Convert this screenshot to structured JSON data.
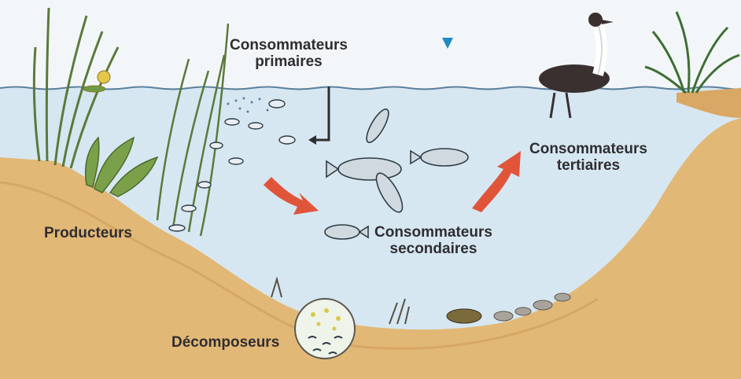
{
  "labels": {
    "primary": {
      "line1": "Consommateurs",
      "line2": "primaires"
    },
    "secondary": {
      "line1": "Consommateurs",
      "line2": "secondaires"
    },
    "tertiary": {
      "line1": "Consommateurs",
      "line2": "tertiaires"
    },
    "producers": "Producteurs",
    "decomposers": "Décomposeurs"
  },
  "colors": {
    "sky": "#f3f6f9",
    "water": "#d6e7f2",
    "water_line": "#5b7f9c",
    "soil": "#e2b877",
    "soil_dark": "#c9974f",
    "arrow": "#e0553a",
    "plant": "#5a7a3a",
    "text": "#2f2d30",
    "marker": "#1e8bc3"
  },
  "icons": [
    "fish-icon",
    "bird-icon",
    "reed-icon",
    "decomposer-bubble-icon",
    "arrow-icon"
  ]
}
